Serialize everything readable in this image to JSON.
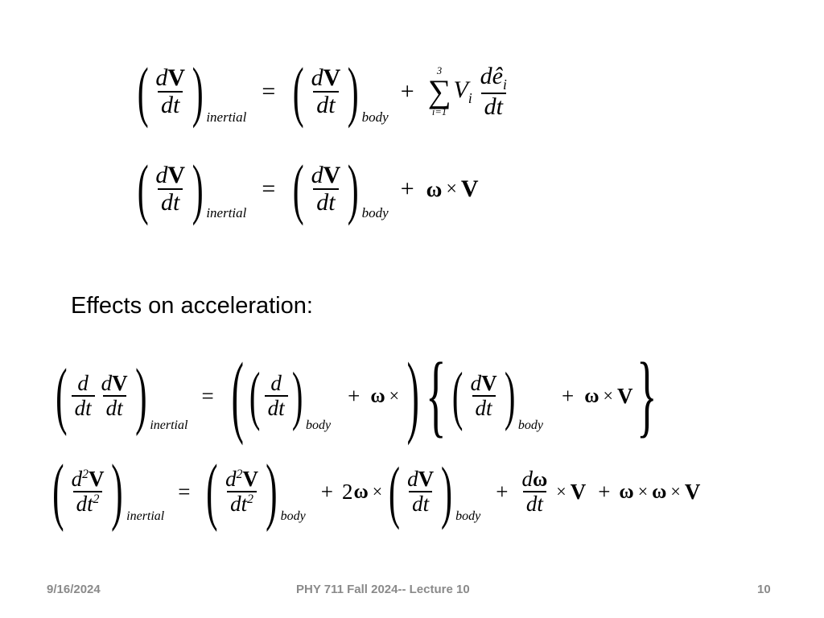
{
  "slide": {
    "background_color": "#ffffff",
    "text_color": "#000000",
    "footer_color": "#8a8a8a"
  },
  "equations": {
    "eq1": {
      "name": "velocity-transformation-with-sum",
      "latex": "(dV/dt)_inertial = (dV/dt)_body + sum_{i=1}^{3} V_i (d e-hat_i / dt)",
      "lhs": {
        "numerator_d": "d",
        "numerator_V": "V",
        "denominator": "dt",
        "subscript": "inertial"
      },
      "equals": "=",
      "rhs_term1": {
        "numerator_d": "d",
        "numerator_V": "V",
        "denominator": "dt",
        "subscript": "body"
      },
      "plus": "+",
      "sum": {
        "upper_limit": "3",
        "sigma": "∑",
        "lower_limit": "i=1",
        "coefficient_V": "V",
        "coefficient_sub": "i",
        "numerator_d": "d",
        "numerator_e": "ê",
        "numerator_e_sub": "i",
        "denominator": "dt"
      }
    },
    "eq2": {
      "name": "velocity-transformation-omega-cross-v",
      "latex": "(dV/dt)_inertial = (dV/dt)_body + omega x V",
      "lhs": {
        "numerator_d": "d",
        "numerator_V": "V",
        "denominator": "dt",
        "subscript": "inertial"
      },
      "equals": "=",
      "rhs_term1": {
        "numerator_d": "d",
        "numerator_V": "V",
        "denominator": "dt",
        "subscript": "body"
      },
      "plus": "+",
      "omega": "ω",
      "times": "×",
      "vector_V": "V"
    },
    "eq3": {
      "name": "acceleration-operator-expansion",
      "latex": "(d/dt dV/dt)_inertial = ((d/dt)_body + omega x){(dV/dt)_body + omega x V}",
      "lhs": {
        "frac1_num": "d",
        "frac1_den": "dt",
        "frac2_num_d": "d",
        "frac2_num_V": "V",
        "frac2_den": "dt",
        "subscript": "inertial"
      },
      "equals": "=",
      "operator_group": {
        "inner_num": "d",
        "inner_den": "dt",
        "inner_subscript": "body",
        "plus": "+",
        "omega": "ω",
        "times": "×"
      },
      "brace_group": {
        "frac_num_d": "d",
        "frac_num_V": "V",
        "frac_den": "dt",
        "subscript": "body",
        "plus": "+",
        "omega": "ω",
        "times": "×",
        "vector_V": "V"
      }
    },
    "eq4": {
      "name": "acceleration-transformation-full",
      "latex": "(d^2V/dt^2)_inertial = (d^2V/dt^2)_body + 2 omega x (dV/dt)_body + (d omega/dt) x V + omega x omega x V",
      "lhs": {
        "numerator_d": "d",
        "numerator_exp": "2",
        "numerator_V": "V",
        "denominator_dt": "dt",
        "denominator_exp": "2",
        "subscript": "inertial"
      },
      "equals": "=",
      "rhs_term1": {
        "numerator_d": "d",
        "numerator_exp": "2",
        "numerator_V": "V",
        "denominator_dt": "dt",
        "denominator_exp": "2",
        "subscript": "body"
      },
      "coriolis": {
        "plus": "+",
        "coefficient": "2",
        "omega": "ω",
        "times": "×",
        "frac_num_d": "d",
        "frac_num_V": "V",
        "frac_den": "dt",
        "subscript": "body"
      },
      "euler": {
        "plus": "+",
        "frac_num_d": "d",
        "frac_num_omega": "ω",
        "frac_den": "dt",
        "times": "×",
        "vector_V": "V"
      },
      "centrifugal": {
        "plus": "+",
        "omega1": "ω",
        "times1": "×",
        "omega2": "ω",
        "times2": "×",
        "vector_V": "V"
      }
    }
  },
  "heading": {
    "text": "Effects on acceleration:"
  },
  "footer": {
    "date": "9/16/2024",
    "title": "PHY 711  Fall 2024-- Lecture 10",
    "page_number": "10"
  }
}
